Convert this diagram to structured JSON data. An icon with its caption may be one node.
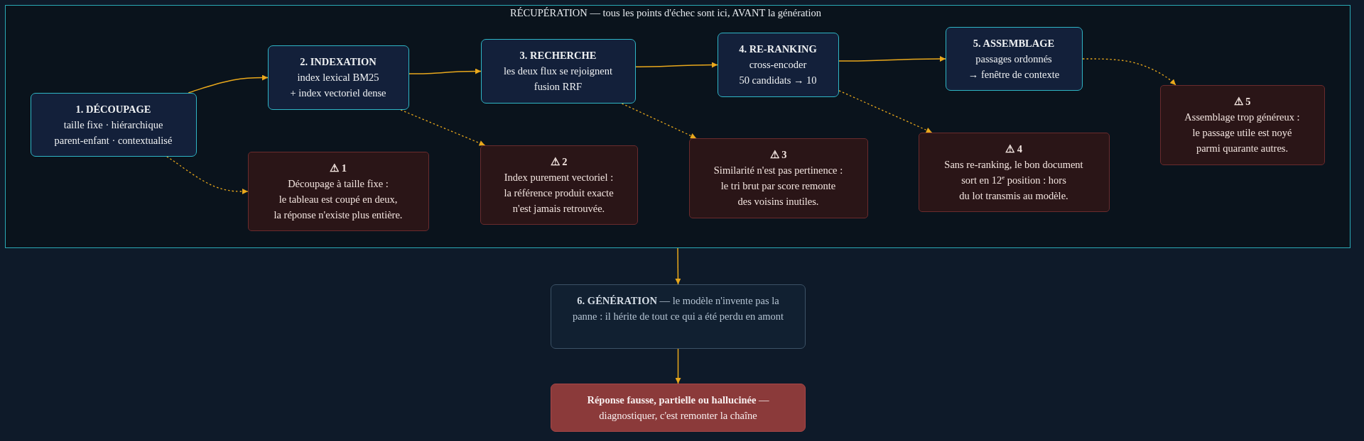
{
  "diagram": {
    "nodes": [
      {
        "text": [
          "RÉCUPÉRATION — tous les points d'échec sont ici, AVANT la génération"
        ]
      },
      {
        "text": [
          "1. DÉCOUPAGE",
          "taille fixe · hiérarchique parent-enfant · contextualisé"
        ],
        "in": 0
      },
      {
        "text": [
          "2. INDEXATION",
          "index lexical BM25 + index vectoriel dense"
        ],
        "in": 0
      },
      {
        "text": [
          "3. RECHERCHE",
          "les deux flux se rejoignent fusion RRF"
        ],
        "in": 0
      },
      {
        "text": [
          "4. RE-RANKING",
          "cross-encoder 50 candidats → 10"
        ],
        "in": 0
      },
      {
        "text": [
          "5. ASSEMBLAGE",
          "passages ordonnés → fenêtre de contexte"
        ],
        "in": 0
      },
      {
        "text": [
          "⚠ 1",
          "Découpage à taille fixe : le tableau est coupé en deux, la réponse n'existe plus entière."
        ],
        "in": 0
      },
      {
        "text": [
          "⚠ 2",
          "Index purement vectoriel : la référence produit exacte n'est jamais retrouvée."
        ],
        "in": 0
      },
      {
        "text": [
          "⚠ 3",
          "Similarité n'est pas pertinence : le tri brut par score remonte des voisins inutiles."
        ],
        "in": 0
      },
      {
        "text": [
          "⚠ 4",
          "Sans re-ranking, le bon document sort en 12$^{e}$ position : hors du lot transmis au modèle."
        ],
        "in": 0
      },
      {
        "text": [
          "⚠ 5",
          "Assemblage trop généreux : le passage utile est noyé parmi quarante autres."
        ],
        "in": 0
      },
      {
        "text": [
          "**6. GÉNÉRATION** — le modèle n'invente pas la panne : il hérite de tout ce qui a été perdu en amont"
        ]
      },
      {
        "text": [
          "**Réponse fausse, partielle ou hallucinée** — diagnostiquer, c'est remonter la chaîne"
        ]
      }
    ],
    "edges": [
      {
        "from": 1,
        "to": 2,
        "arrow": "to"
      },
      {
        "from": 2,
        "to": 3,
        "arrow": "to"
      },
      {
        "from": 3,
        "to": 4,
        "arrow": "to"
      },
      {
        "from": 4,
        "to": 5,
        "arrow": "to"
      },
      {
        "from": 1,
        "to": 6,
        "arrow": "to",
        "style": "dashed"
      },
      {
        "from": 2,
        "to": 7,
        "arrow": "to",
        "style": "dashed"
      },
      {
        "from": 3,
        "to": 8,
        "arrow": "to",
        "style": "dashed"
      },
      {
        "from": 4,
        "to": 9,
        "arrow": "to",
        "style": "dashed"
      },
      {
        "from": 5,
        "to": 10,
        "arrow": "to",
        "style": "dashed"
      },
      {
        "from": 0,
        "to": 11,
        "arrow": "to"
      },
      {
        "from": 11,
        "to": 12,
        "arrow": "to"
      }
    ]
  }
}
